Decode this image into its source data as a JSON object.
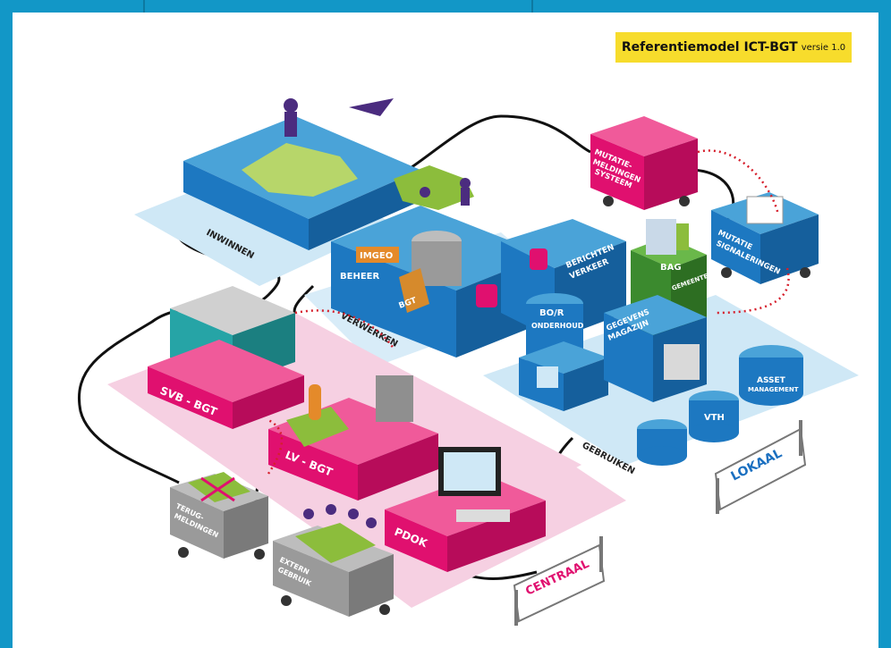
{
  "header": {
    "title": "Referentiemodel ICT-BGT",
    "version": "versie 1.0"
  },
  "zones": {
    "inwinnen": "INWINNEN",
    "verwerken": "VERWERKEN",
    "gebruiken": "GEBRUIKEN"
  },
  "blocks": {
    "beheer": "BEHEER",
    "imgeo": "IMGEO",
    "bgt": "BGT",
    "berichtenverkeer_1": "BERICHTEN",
    "berichtenverkeer_2": "VERKEER",
    "mutatiemeldingen_1": "MUTATIE-",
    "mutatiemeldingen_2": "MELDINGEN",
    "mutatiemeldingen_3": "SYSTEEM",
    "mutatiesignaleringen_1": "MUTATIE",
    "mutatiesignaleringen_2": "SIGNALERINGEN",
    "bag": "BAG",
    "gemeente": "GEMEENTE",
    "bor_1": "BO/R",
    "bor_2": "ONDERHOUD",
    "gegevens_1": "GEGEVENS",
    "gegevens_2": "MAGAZIJN",
    "asset_1": "ASSET",
    "asset_2": "MANAGEMENT",
    "vth": "VTH",
    "svb": "SVB - BGT",
    "lv": "LV - BGT",
    "pdok": "PDOK",
    "terug_1": "TERUG-",
    "terug_2": "MELDINGEN",
    "extern_1": "EXTERN",
    "extern_2": "GEBRUIK"
  },
  "signs": {
    "lokaal": "LOKAAL",
    "centraal": "CENTRAAL"
  },
  "colors": {
    "frame": "#1297c7",
    "badge": "#f7dc2c",
    "blue_block": "#1d78c1",
    "magenta_block": "#e0106f",
    "pink_zone": "#f6d0e2",
    "light_blue_zone": "#cfe8f6",
    "purple_figures": "#4b2c7f",
    "green_puzzle": "#8cbd3c",
    "sign_text": "#1a6fc0"
  }
}
